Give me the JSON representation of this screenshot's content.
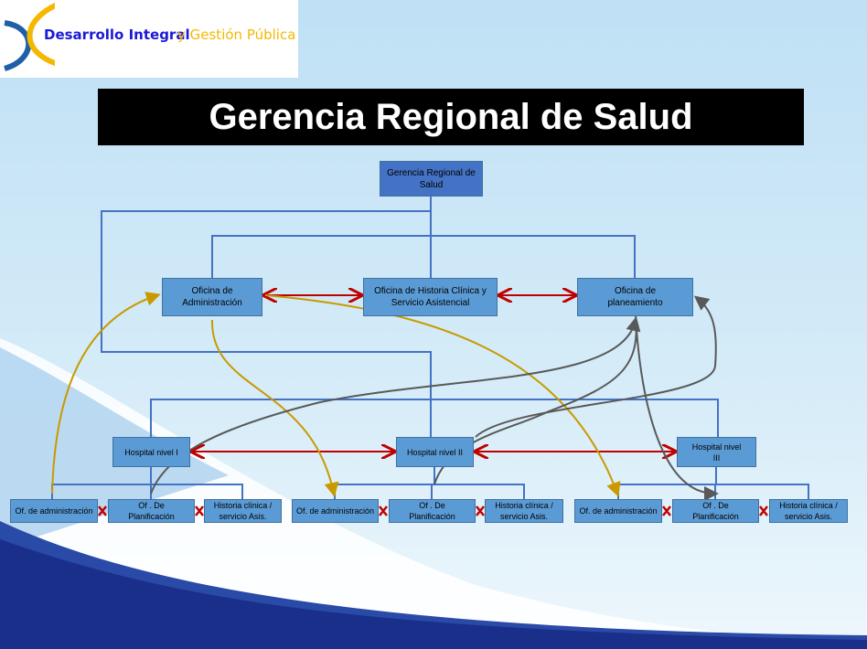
{
  "logo": {
    "part1": "Desarrollo Integral",
    "part2": "y Gestión Pública"
  },
  "title": "Gerencia Regional de Salud",
  "top": "Gerencia Regional de Salud",
  "offices": {
    "admin": "Oficina de Administración",
    "historia": "Oficina de Historia Clínica y Servicio Asistencial",
    "plan": "Oficina de planeamiento"
  },
  "hospitals": [
    "Hospital nivel I",
    "Hospital nivel II",
    "Hospital nivel III"
  ],
  "units": {
    "admin": "Of. de administración",
    "plan": "Of . De Planificación",
    "hist": "Historia clínica / servicio Asis."
  },
  "colors": {
    "line": "#4472c4",
    "red": "#c00000",
    "gold": "#c99a00",
    "gray": "#595959"
  }
}
